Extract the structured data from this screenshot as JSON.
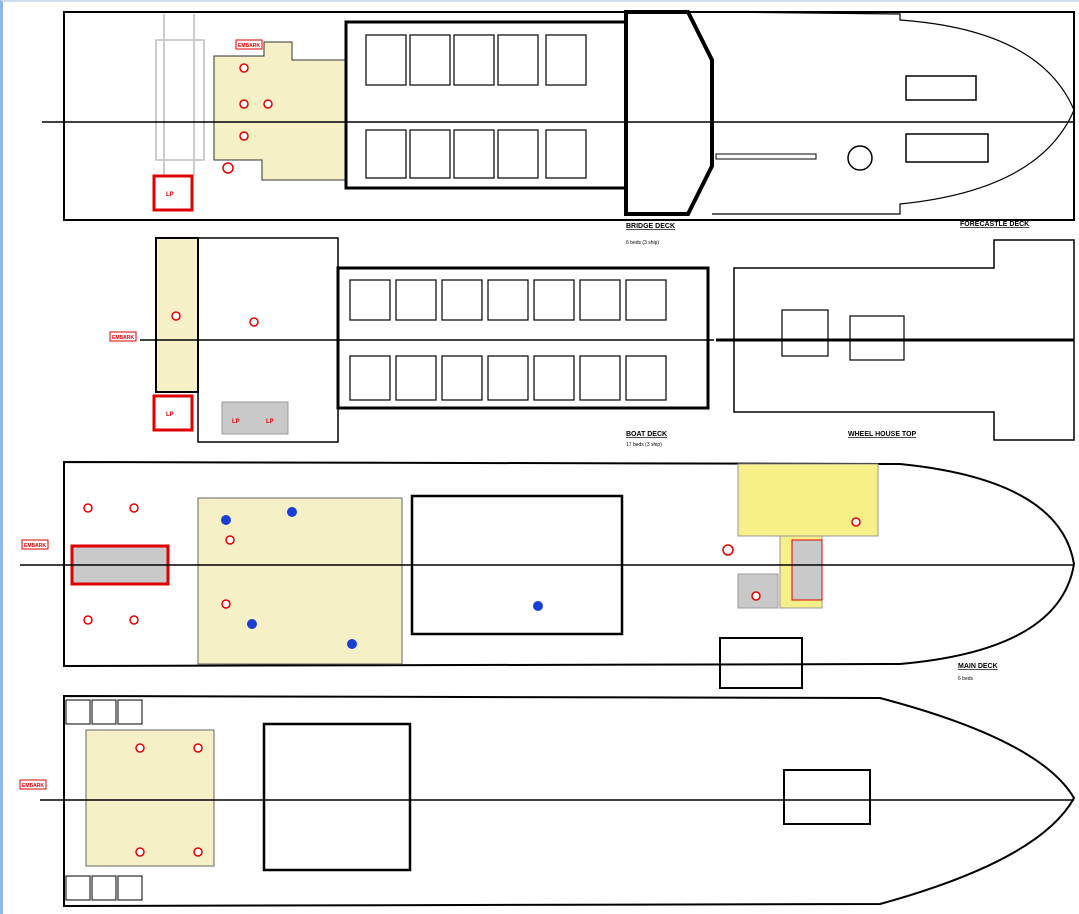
{
  "decks": {
    "bridge": {
      "title": "BRIDGE DECK",
      "sub": "6 beds (3 ship)"
    },
    "forecastle": {
      "title": "FORECASTLE DECK"
    },
    "boat": {
      "title": "BOAT DECK",
      "sub": "17 beds (3 ship)"
    },
    "wheelhouse_top": {
      "title": "WHEEL HOUSE TOP"
    },
    "main": {
      "title": "MAIN DECK",
      "sub": "6 beds"
    }
  },
  "station_tags": [
    "EMBARK",
    "EMBARK",
    "EMBARK",
    "EMBARK"
  ],
  "lp_labels": [
    "LP",
    "LP",
    "LP",
    "LP"
  ],
  "colors": {
    "highlight_cream": "#f6f0c6",
    "highlight_yellow": "#f7f088",
    "highlight_grey": "#c9c9c9",
    "marker_red": "#e00000",
    "marker_blue": "#1a3fd6",
    "frame_blue": "#8fb6e6"
  }
}
